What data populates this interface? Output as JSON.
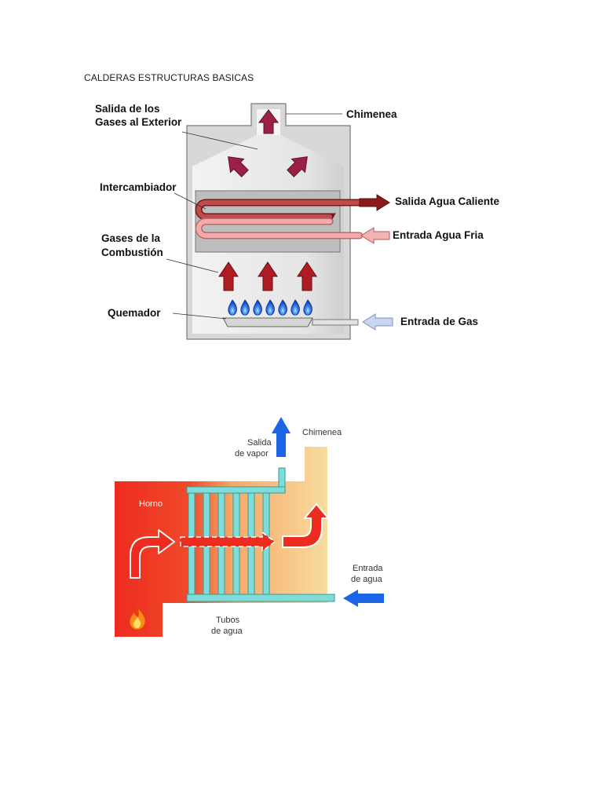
{
  "document": {
    "title": "CALDERAS ESTRUCTURAS BASICAS"
  },
  "diagram1": {
    "labels": {
      "salida_gases_line1": "Salida de los",
      "salida_gases_line2": "Gases al Exterior",
      "chimenea": "Chimenea",
      "intercambiador": "Intercambiador",
      "salida_agua_caliente": "Salida Agua Caliente",
      "gases_combustion_line1": "Gases de la",
      "gases_combustion_line2": "Combustión",
      "entrada_agua_fria": "Entrada Agua Fria",
      "quemador": "Quemador",
      "entrada_gas": "Entrada de Gas"
    },
    "flame_count": 7,
    "colors": {
      "hot_arrow": "#b01c24",
      "exhaust_arrow": "#9c2046",
      "hot_pipe": "#c24a4a",
      "cold_pipe": "#f2aaaa",
      "gas_arrow": "#c9d6ee",
      "flame": "#1f55d6"
    }
  },
  "diagram2": {
    "labels": {
      "salida_vapor_line1": "Salida",
      "salida_vapor_line2": "de vapor",
      "chimenea": "Chimenea",
      "horno": "Horno",
      "entrada_agua_line1": "Entrada",
      "entrada_agua_line2": "de agua",
      "tubos_agua_line1": "Tubos",
      "tubos_agua_line2": "de agua"
    },
    "tube_count": 6,
    "colors": {
      "furnace_hot": "#ee2b1f",
      "furnace_warm": "#f6a866",
      "furnace_cool": "#f8dca0",
      "water_pipe": "#7fdcd8",
      "water_arrow": "#1a66e6"
    }
  }
}
